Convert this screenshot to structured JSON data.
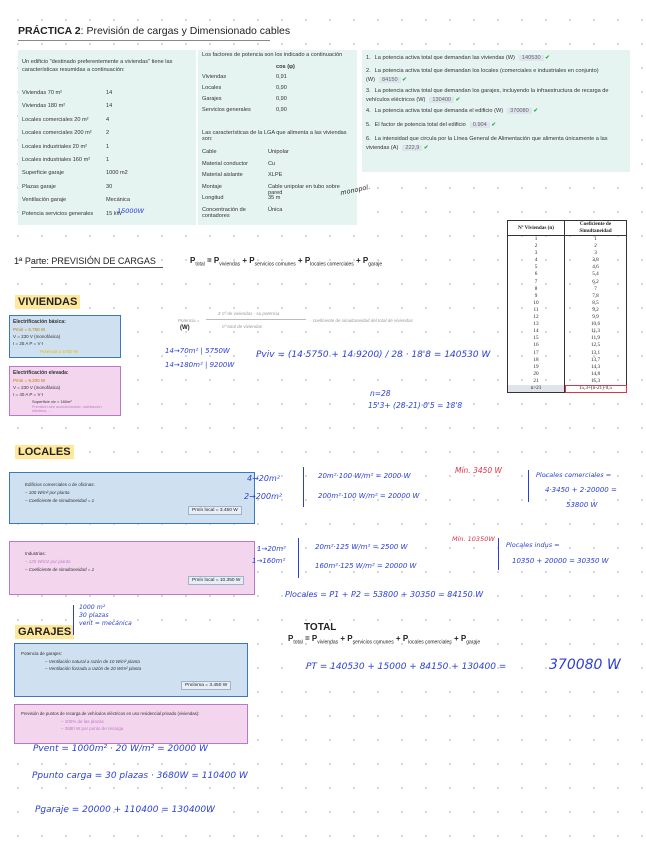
{
  "title": {
    "bold": "PRÁCTICA 2",
    "rest": ": Previsión de cargas y Dimensionado cables"
  },
  "intro": {
    "text": "Un edificio \"destinado preferentemente a viviendas\" tiene las características resumidas a continuación:",
    "rows": [
      {
        "label": "Viviendas 70 m²",
        "value": "14"
      },
      {
        "label": "Viviendas 180 m²",
        "value": "14"
      },
      {
        "label": "Locales comerciales 20 m²",
        "value": "4"
      },
      {
        "label": "Locales comerciales 200 m²",
        "value": "2"
      },
      {
        "label": "Locales industriales 20 m²",
        "value": "1"
      },
      {
        "label": "Locales industriales 160 m²",
        "value": "1"
      },
      {
        "label": "Superficie garaje",
        "value": "1000 m2"
      },
      {
        "label": "Plazas garaje",
        "value": "30"
      },
      {
        "label": "Ventilación garaje",
        "value": "Mecánica"
      },
      {
        "label": "Potencia servicios generales",
        "value": "15 kW"
      }
    ],
    "annotation": "15000W"
  },
  "power_factors": {
    "header": "Los factores de potencia son los indicado a continuación",
    "col": "cos (φ)",
    "rows": [
      {
        "label": "Viviendas",
        "value": "0,91"
      },
      {
        "label": "Locales",
        "value": "0,90"
      },
      {
        "label": "Garajes",
        "value": "0,90"
      },
      {
        "label": "Servicios generales",
        "value": "0,90"
      }
    ],
    "loa_header": "Las características de la LGA que alimenta a las viviendas son:",
    "loa_rows": [
      {
        "label": "Cable",
        "value": "Unipolar"
      },
      {
        "label": "Material conductor",
        "value": "Cu"
      },
      {
        "label": "Material aislante",
        "value": "XLPE"
      },
      {
        "label": "Montaje",
        "value": "Cable unipolar en tubo sobre pared"
      },
      {
        "label": "Longitud",
        "value": "35 m"
      },
      {
        "label": "Concentración de contadores",
        "value": "Única"
      }
    ],
    "annotation": "monopol."
  },
  "questions": [
    {
      "n": "1.",
      "text": "La potencia activa total que demandan las viviendas (W)",
      "answer": "140530"
    },
    {
      "n": "2.",
      "text": "La potencia activa total que demandan los locales (comerciales e industriales en conjunto) (W)",
      "answer": "84150"
    },
    {
      "n": "3.",
      "text": "La potencia activa total que demandan los garajes, incluyendo la infraestructura de recarga de vehículos eléctricos (W)",
      "answer": "130400"
    },
    {
      "n": "4.",
      "text": "La potencia activa total que demanda el edificio (W)",
      "answer": "370080"
    },
    {
      "n": "5.",
      "text": "El factor de potencia total del edificio",
      "answer": "0.904"
    },
    {
      "n": "6.",
      "text": "La intensidad que circula por la Línea General de Alimentación que alimenta únicamente a las viviendas (A)",
      "answer": "222,9"
    }
  ],
  "coef_table": {
    "h1": "Nº Viviendas (n)",
    "h2": "Coeficiente de Simultaneidad",
    "n": [
      "1",
      "2",
      "3",
      "4",
      "5",
      "6",
      "7",
      "8",
      "9",
      "10",
      "11",
      "12",
      "13",
      "14",
      "15",
      "16",
      "17",
      "18",
      "19",
      "20",
      "21",
      "n>21"
    ],
    "c": [
      "1",
      "2",
      "3",
      "3,8",
      "4,6",
      "5,4",
      "6,2",
      "7",
      "7,8",
      "8,5",
      "9,2",
      "9,9",
      "10,6",
      "11,3",
      "11,9",
      "12,5",
      "13,1",
      "13,7",
      "14,3",
      "14,8",
      "15,3",
      "15,3+(n-21)·0,5"
    ]
  },
  "part1": {
    "label": "1ª Parte: PREVISIÓN DE CARGAS",
    "formula": {
      "p1": "P",
      "s1": "total",
      "p2": " = P",
      "s2": "viviendas",
      "p3": " + P",
      "s3": "servicios comunes",
      "p4": " + P",
      "s4": "locales comerciales",
      "p5": " + P",
      "s5": "garaje"
    }
  },
  "viviendas": {
    "header": "VIVIENDAS",
    "basic": {
      "title": "Electrificación básica:",
      "l1": "Pmin = 5.750 W",
      "l2": "V = 230 V   (monofásica)",
      "l3": "I = 25 A       P = V·I",
      "l4": "Potencia ≥ 5750 W"
    },
    "high": {
      "title": "Electrificación elevada:",
      "l1": "Pmin = 9.200 W",
      "l2": "V = 230 V   (monofásica)",
      "l3": "I = 40 A       P = V·I",
      "l4": "Superficie viv > 160m²",
      "l5": "Previsión aire acondicionado, calefacción eléctrica, ..."
    },
    "formula_top": "Σ nº de viviendas · su potencia",
    "formula_left": "Potencia =",
    "formula_unit": "(W)",
    "formula_bottom": "nº total de viviendas",
    "formula_right": "· coeficiente de simultaneidad del total de viviendas",
    "hw1": "14→70m² | 5750W",
    "hw2": "14→180m² | 9200W",
    "hw3": "Pviv = (14·5750 + 14·9200) / 28 · 18'8 = 140530 W",
    "hw4": "n=28",
    "hw5": "15'3+ (28-21)·0'5 = 18'8"
  },
  "locales": {
    "header": "LOCALES",
    "box1": {
      "l1": "Edificios comerciales o de oficinas:",
      "l2": "– 100 W/m²  por planta",
      "l3": "– Coeficiente de simultaneidad = 1",
      "pill": "Pmín local = 3.450 W"
    },
    "box2": {
      "l1": "Industrias:",
      "l2": "– 125 W/m2 por planta",
      "l3": "– Coeficiente de simultaneidad = 1",
      "pill": "Pmín local = 10.350 W"
    },
    "hw_c1": "4→20m²",
    "hw_c2": "2→200m²",
    "hw_c3": "20m²·100 W/m² = 2000 W",
    "hw_c4": "200m²·100 W/m² = 20000 W",
    "hw_c5": "Mín. 3450 W",
    "hw_c6": "Plocales comerciales =",
    "hw_c7": "4·3450 + 2·20000 =",
    "hw_c8": "53800 W",
    "hw_i1": "1→20m²",
    "hw_i2": "1→160m²",
    "hw_i3": "20m²·125 W/m² = 2500 W",
    "hw_i4": "160m²·125 W/m² = 20000 W",
    "hw_i5": "Mín. 10350W",
    "hw_i6": "Plocales indus =",
    "hw_i7": "10350 + 20000 = 30350 W",
    "hw_tot": "Plocales = P1 + P2 = 53800 + 30350 = 84150 W"
  },
  "garajes": {
    "header": "GARAJES",
    "hw_notes": [
      "1000 m²",
      "30 plazas",
      "vent = mecánica"
    ],
    "box1": {
      "l1": "Potencia de garajes:",
      "l2": "– Ventilación natural a razón de 10 W/m² planta",
      "l3": "– Ventilación forzada a razón de 20 W/m² planta",
      "pill": "Pmínima = 3.450 W"
    },
    "box2": {
      "l1": "Previsión de puntos de recarga de vehículos eléctricos en uso residencial privado (viviendas):",
      "l2": "– 100% de las plazas",
      "l3": "– 3680 W por punto de recarga"
    },
    "hw1": "Pvent = 1000m² · 20 W/m² = 20000 W",
    "hw2": "Ppunto carga = 30 plazas · 3680W = 110400 W",
    "hw3": "Pgaraje = 20000 + 110400 = 130400W"
  },
  "total": {
    "header": "TOTAL",
    "formula": {
      "p1": "P",
      "s1": "total",
      "p2": " = P",
      "s2": "viviendas",
      "p3": " + P",
      "s3": "servicios comunes",
      "p4": " + P",
      "s4": "locales comerciales",
      "p5": " + P",
      "s5": "garaje"
    },
    "hw1": "PT = 140530 + 15000 + 84150 + 130400 =",
    "hw2": "370080 W"
  }
}
